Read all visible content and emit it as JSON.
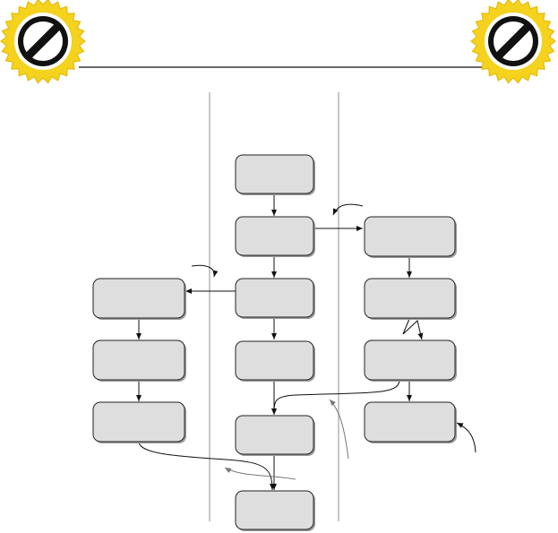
{
  "header": {
    "left_icon": "no-symbol-icon",
    "right_icon": "no-symbol-icon",
    "badge_color": "#f5d21e",
    "badge_ring_color": "#111111"
  },
  "diagram": {
    "box_fill": "#dedede",
    "box_stroke": "#222222",
    "lane_color": "#c8c8c8",
    "connector_color": "#111111",
    "annotation_color": "#777777",
    "lanes": [
      {
        "id": "lane-left",
        "boxes": [
          "left-1",
          "left-2",
          "left-3"
        ]
      },
      {
        "id": "lane-center",
        "boxes": [
          "center-1",
          "center-2",
          "center-3",
          "center-4",
          "center-5",
          "center-6"
        ]
      },
      {
        "id": "lane-right",
        "boxes": [
          "right-1",
          "right-2",
          "right-3",
          "right-4"
        ]
      }
    ],
    "boxes": {
      "center-1": {
        "label": ""
      },
      "center-2": {
        "label": ""
      },
      "center-3": {
        "label": ""
      },
      "center-4": {
        "label": ""
      },
      "center-5": {
        "label": ""
      },
      "center-6": {
        "label": ""
      },
      "left-1": {
        "label": ""
      },
      "left-2": {
        "label": ""
      },
      "left-3": {
        "label": ""
      },
      "right-1": {
        "label": ""
      },
      "right-2": {
        "label": ""
      },
      "right-3": {
        "label": ""
      },
      "right-4": {
        "label": ""
      }
    },
    "edges": [
      {
        "from": "center-1",
        "to": "center-2"
      },
      {
        "from": "center-2",
        "to": "center-3"
      },
      {
        "from": "center-3",
        "to": "center-4"
      },
      {
        "from": "center-4",
        "to": "center-5"
      },
      {
        "from": "center-5",
        "to": "center-6"
      },
      {
        "from": "center-2",
        "to": "right-1"
      },
      {
        "from": "right-1",
        "to": "right-2"
      },
      {
        "from": "right-2",
        "to": "right-3",
        "style": "zigzag"
      },
      {
        "from": "right-3",
        "to": "right-4"
      },
      {
        "from": "right-3",
        "to": "center-5",
        "style": "curved"
      },
      {
        "from": "center-3",
        "to": "left-1"
      },
      {
        "from": "left-1",
        "to": "left-2"
      },
      {
        "from": "left-2",
        "to": "left-3"
      },
      {
        "from": "left-3",
        "to": "center-6",
        "style": "curved"
      }
    ]
  }
}
